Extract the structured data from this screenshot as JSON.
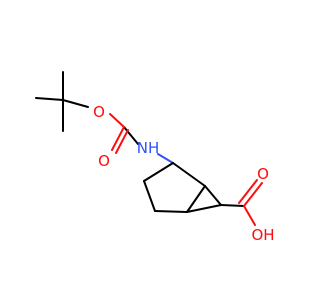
{
  "molecule": {
    "atoms": {
      "o_ether": "O",
      "o_carbonyl": "O",
      "nh": "NH",
      "o_acid_carbonyl": "O",
      "oh": "OH"
    },
    "colors": {
      "carbon_bond": "#000000",
      "oxygen": "#ff0d0d",
      "nitrogen": "#3050f8"
    }
  }
}
